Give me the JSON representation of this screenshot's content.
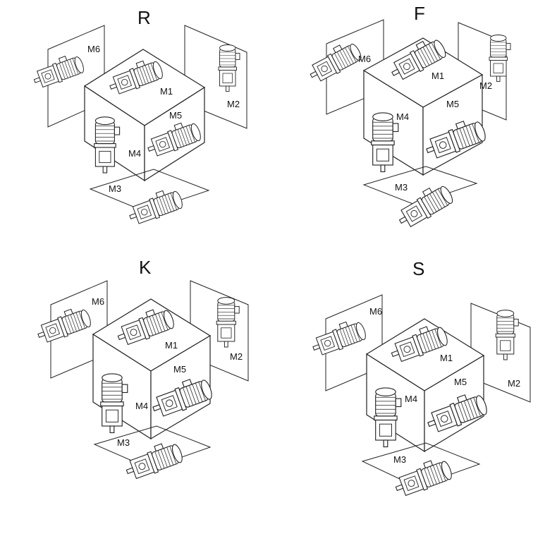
{
  "panels": [
    {
      "letter": "R",
      "labels": {
        "m1": "M1",
        "m2": "M2",
        "m3": "M3",
        "m4": "M4",
        "m5": "M5",
        "m6": "M6"
      }
    },
    {
      "letter": "F",
      "labels": {
        "m1": "M1",
        "m2": "M2",
        "m3": "M3",
        "m4": "M4",
        "m5": "M5",
        "m6": "M6"
      }
    },
    {
      "letter": "K",
      "labels": {
        "m1": "M1",
        "m2": "M2",
        "m3": "M3",
        "m4": "M4",
        "m5": "M5",
        "m6": "M6"
      }
    },
    {
      "letter": "S",
      "labels": {
        "m1": "M1",
        "m2": "M2",
        "m3": "M3",
        "m4": "M4",
        "m5": "M5",
        "m6": "M6"
      }
    }
  ]
}
